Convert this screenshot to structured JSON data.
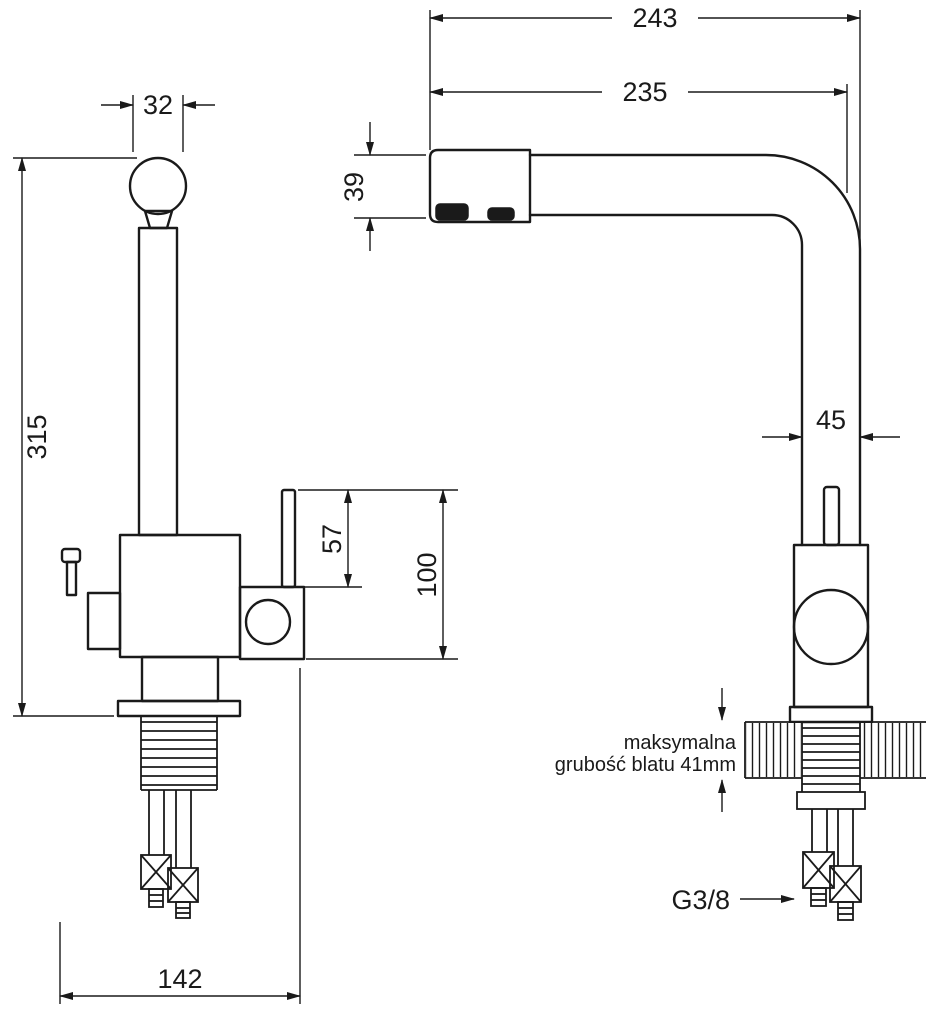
{
  "drawing": {
    "type": "faucet technical drawing, two orthographic views with dimensions",
    "units": "mm"
  },
  "dims": {
    "overall_reach": "243",
    "spout_reach": "235",
    "head_width": "32",
    "spout_height": "39",
    "total_height": "315",
    "body_width": "45",
    "lever_section": "57",
    "body_section": "100",
    "base_width": "142"
  },
  "notes": {
    "counter_line1": "maksymalna",
    "counter_line2": "grubość blatu 41mm",
    "thread_size": "G3/8"
  },
  "colors": {
    "ink": "#1a1a1a",
    "background": "#ffffff"
  }
}
